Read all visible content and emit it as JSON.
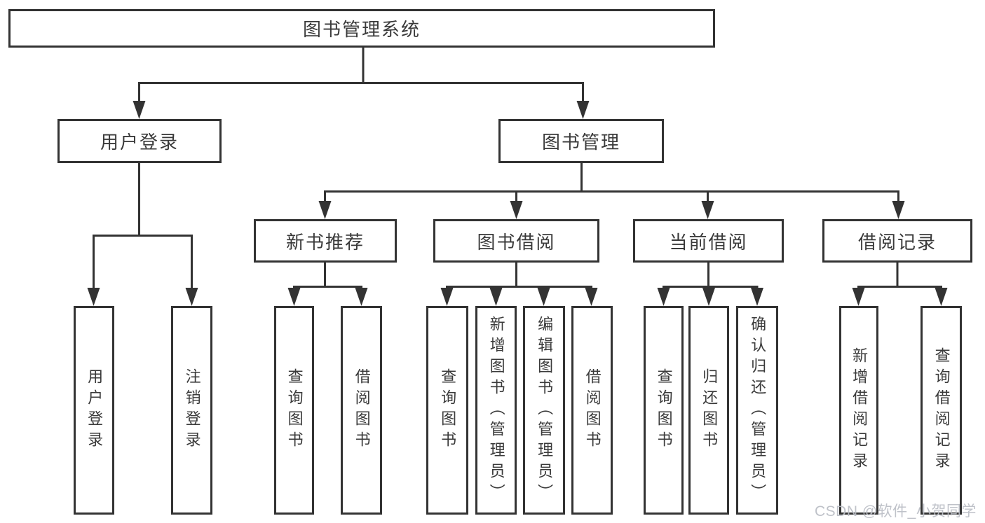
{
  "diagram_type": "hierarchy-tree",
  "tree": {
    "label": "图书管理系统",
    "children": [
      {
        "label": "用户登录",
        "children": [
          {
            "label": "用户登录"
          },
          {
            "label": "注销登录"
          }
        ]
      },
      {
        "label": "图书管理",
        "children": [
          {
            "label": "新书推荐",
            "children": [
              {
                "label": "查询图书"
              },
              {
                "label": "借阅图书"
              }
            ]
          },
          {
            "label": "图书借阅",
            "children": [
              {
                "label": "查询图书"
              },
              {
                "label": "新增图书（管理员）"
              },
              {
                "label": "编辑图书（管理员）"
              },
              {
                "label": "借阅图书"
              }
            ]
          },
          {
            "label": "当前借阅",
            "children": [
              {
                "label": "查询图书"
              },
              {
                "label": "归还图书"
              },
              {
                "label": "确认归还（管理员）"
              }
            ]
          },
          {
            "label": "借阅记录",
            "children": [
              {
                "label": "新增借阅记录"
              },
              {
                "label": "查询借阅记录"
              }
            ]
          }
        ]
      }
    ]
  },
  "watermark": "CSDN @软件_小贺同学",
  "colors": {
    "line": "#333333",
    "text": "#3a3a3a",
    "background": "#ffffff",
    "watermark": "#babdc4"
  }
}
